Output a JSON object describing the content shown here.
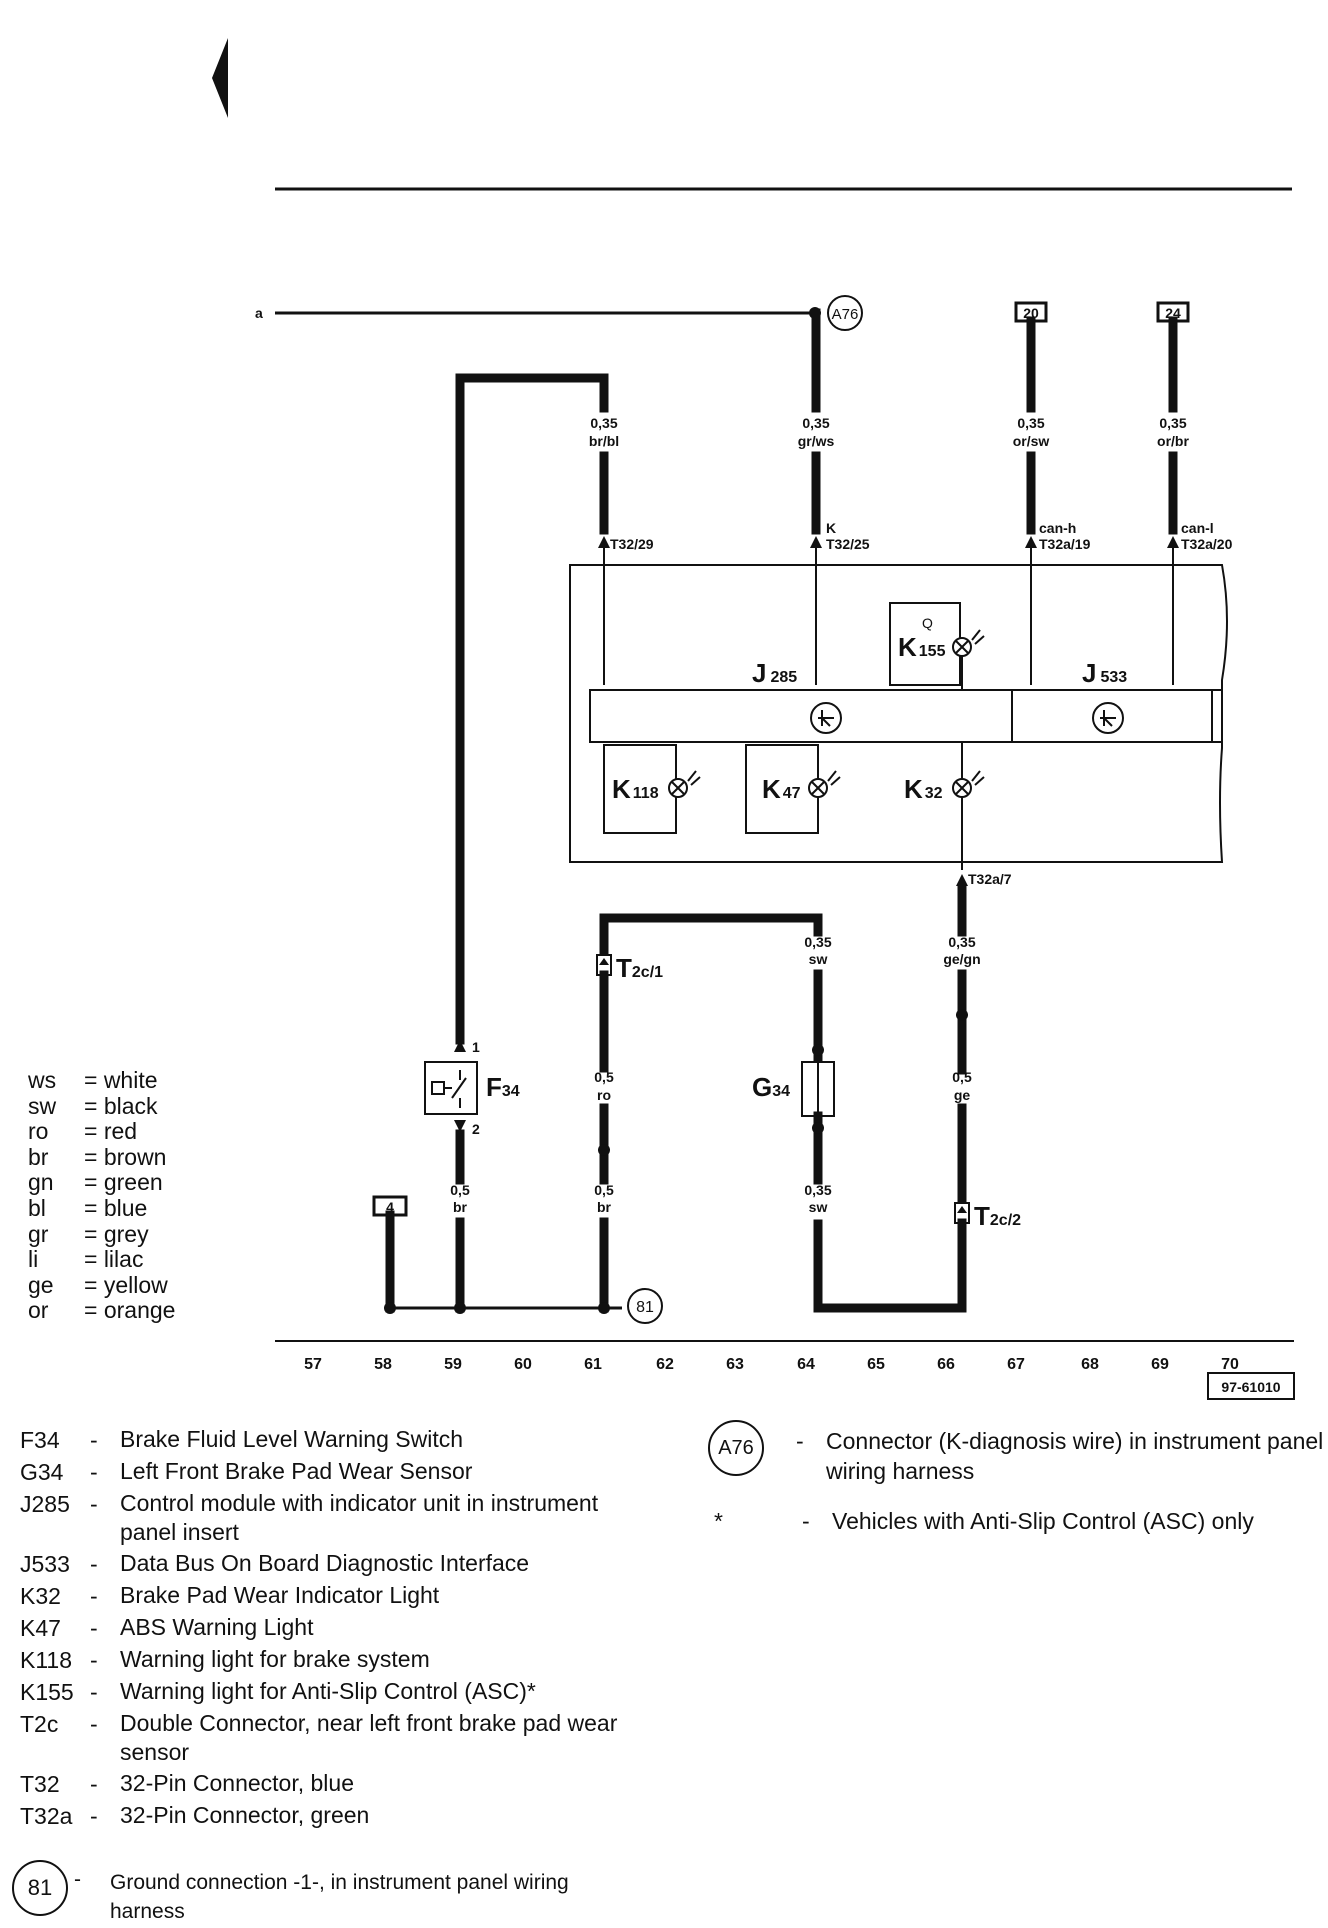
{
  "diagram": {
    "start_marker": "a",
    "connectors_top": {
      "a76": "A76",
      "c20": "20",
      "c24": "24",
      "c4": "4",
      "g81": "81"
    },
    "wires": {
      "w_brbl": {
        "size": "0,35",
        "color": "br/bl",
        "pin": "T32/29"
      },
      "w_grws": {
        "size": "0,35",
        "color": "gr/ws",
        "sig": "K",
        "pin": "T32/25"
      },
      "w_orsw": {
        "size": "0,35",
        "color": "or/sw",
        "sig": "can-h",
        "pin": "T32a/19"
      },
      "w_orbr": {
        "size": "0,35",
        "color": "or/br",
        "sig": "can-l",
        "pin": "T32a/20"
      },
      "w_k32_pin": "T32a/7",
      "w_gegn": {
        "size": "0,35",
        "color": "ge/gn"
      },
      "w_ge": {
        "size": "0,5",
        "color": "ge"
      },
      "w_sw_top": {
        "size": "0,35",
        "color": "sw"
      },
      "w_sw_bot": {
        "size": "0,35",
        "color": "sw"
      },
      "w_ro": {
        "size": "0,5",
        "color": "ro"
      },
      "w_br61": {
        "size": "0,5",
        "color": "br"
      },
      "w_br59": {
        "size": "0,5",
        "color": "br"
      }
    },
    "components": {
      "j285": {
        "code": "J",
        "sub": "285"
      },
      "j533": {
        "code": "J",
        "sub": "533"
      },
      "k155": {
        "code": "K",
        "sub": "155",
        "q": "Q"
      },
      "k118": {
        "code": "K",
        "sub": "118"
      },
      "k47": {
        "code": "K",
        "sub": "47"
      },
      "k32": {
        "code": "K",
        "sub": "32"
      },
      "f34": {
        "code": "F",
        "sub": "34",
        "pin1": "1",
        "pin2": "2"
      },
      "g34": {
        "code": "G",
        "sub": "34"
      },
      "t2c1": {
        "code": "T",
        "sub": "2c/1"
      },
      "t2c2": {
        "code": "T",
        "sub": "2c/2"
      }
    },
    "tracks": [
      "57",
      "58",
      "59",
      "60",
      "61",
      "62",
      "63",
      "64",
      "65",
      "66",
      "67",
      "68",
      "69",
      "70"
    ],
    "figure_number": "97-61010"
  },
  "color_key": [
    {
      "abbr": "ws",
      "name": "= white"
    },
    {
      "abbr": "sw",
      "name": "= black"
    },
    {
      "abbr": "ro",
      "name": "= red"
    },
    {
      "abbr": "br",
      "name": "= brown"
    },
    {
      "abbr": "gn",
      "name": "= green"
    },
    {
      "abbr": "bl",
      "name": "= blue"
    },
    {
      "abbr": "gr",
      "name": "= grey"
    },
    {
      "abbr": "li",
      "name": "= lilac"
    },
    {
      "abbr": "ge",
      "name": "= yellow"
    },
    {
      "abbr": "or",
      "name": "= orange"
    }
  ],
  "legend_left": [
    {
      "code": "F34",
      "dash": "-",
      "desc": "Brake Fluid Level Warning Switch"
    },
    {
      "code": "G34",
      "dash": "-",
      "desc": "Left Front Brake Pad Wear Sensor"
    },
    {
      "code": "J285",
      "dash": "-",
      "desc": "Control module with indicator unit in instrument panel insert"
    },
    {
      "code": "J533",
      "dash": "-",
      "desc": "Data Bus On Board Diagnostic Interface"
    },
    {
      "code": "K32",
      "dash": "-",
      "desc": "Brake Pad Wear Indicator Light"
    },
    {
      "code": "K47",
      "dash": "-",
      "desc": "ABS Warning Light"
    },
    {
      "code": "K118",
      "dash": "-",
      "desc": "Warning light for brake system"
    },
    {
      "code": "K155",
      "dash": "-",
      "desc": "Warning light for Anti-Slip Control (ASC)*"
    },
    {
      "code": "T2c",
      "dash": "-",
      "desc": "Double Connector, near left front brake pad wear sensor"
    },
    {
      "code": "T32",
      "dash": "-",
      "desc": "32-Pin Connector, blue"
    },
    {
      "code": "T32a",
      "dash": "-",
      "desc": "32-Pin Connector, green"
    }
  ],
  "legend_right": [
    {
      "code": "A76",
      "dash": "-",
      "desc": "Connector (K-diagnosis wire) in instrument panel wiring harness"
    },
    {
      "code": "*",
      "dash": "-",
      "desc": "Vehicles with Anti-Slip Control (ASC) only"
    }
  ],
  "ground_note": {
    "code": "81",
    "dash": "-",
    "desc": "Ground connection -1-, in instrument panel wiring harness"
  }
}
